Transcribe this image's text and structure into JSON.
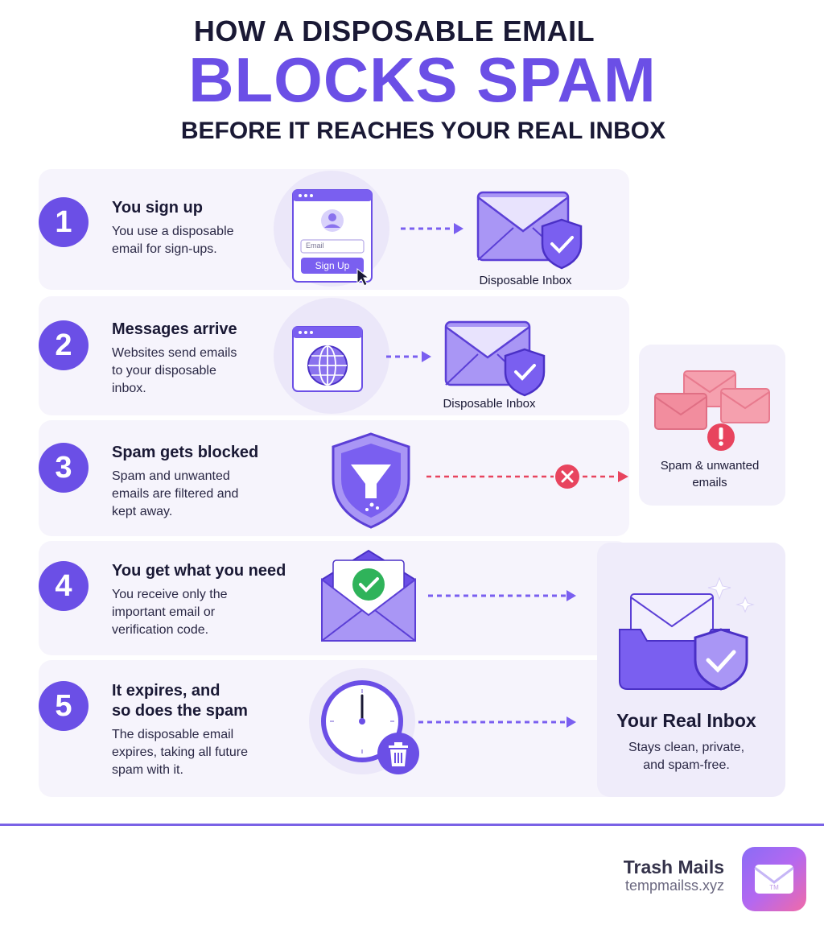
{
  "header": {
    "line1": "HOW A DISPOSABLE EMAIL",
    "line2": "BLOCKS SPAM",
    "line3": "BEFORE IT REACHES YOUR REAL INBOX"
  },
  "steps": [
    {
      "number": "1",
      "title": "You sign up",
      "desc": [
        "You use a disposable",
        "email for sign-ups."
      ]
    },
    {
      "number": "2",
      "title": "Messages arrive",
      "desc": [
        "Websites send emails",
        "to your disposable",
        "inbox."
      ]
    },
    {
      "number": "3",
      "title": "Spam gets blocked",
      "desc": [
        "Spam and unwanted",
        "emails are filtered and",
        "kept away."
      ]
    },
    {
      "number": "4",
      "title": "You get what you need",
      "desc": [
        "You receive only the",
        "important email or",
        "verification code."
      ]
    },
    {
      "number": "5",
      "title_lines": [
        "It expires, and",
        "so does the spam"
      ],
      "desc": [
        "The disposable email",
        "expires, taking all future",
        "spam with it."
      ]
    }
  ],
  "signup_form": {
    "field_placeholder": "Email",
    "button_label": "Sign Up"
  },
  "captions": {
    "disposable_inbox_1": "Disposable Inbox",
    "disposable_inbox_2": "Disposable Inbox",
    "spam": [
      "Spam & unwanted",
      "emails"
    ]
  },
  "real_inbox": {
    "title": "Your Real Inbox",
    "desc": [
      "Stays clean, private,",
      "and spam-free."
    ]
  },
  "brand": {
    "name": "Trash Mails",
    "url": "tempmailss.xyz",
    "logo_mark": "TM"
  },
  "colors": {
    "accent": "#6b4fe6",
    "spam": "#f07a90",
    "danger": "#e8445e",
    "success": "#2fb35a"
  }
}
